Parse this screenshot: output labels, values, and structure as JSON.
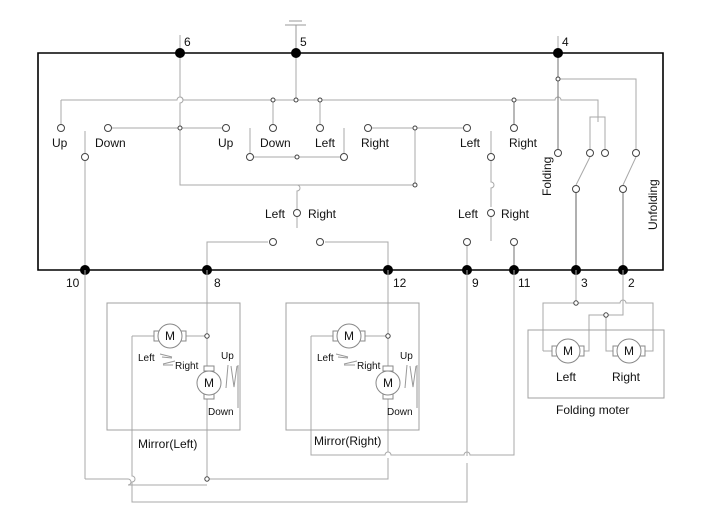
{
  "diagram": {
    "pins": {
      "p6": "6",
      "p5": "5",
      "p4": "4",
      "p10": "10",
      "p8": "8",
      "p12": "12",
      "p9": "9",
      "p11": "11",
      "p3": "3",
      "p2": "2"
    },
    "switch_labels": {
      "up1": "Up",
      "down1": "Down",
      "up2": "Up",
      "down2": "Down",
      "left1": "Left",
      "right1": "Right",
      "left2": "Left",
      "right2": "Right",
      "sel_left_a": "Left",
      "sel_right_a": "Right",
      "sel_left_b": "Left",
      "sel_right_b": "Right",
      "folding": "Folding",
      "unfolding": "Unfolding"
    },
    "mirror_left": {
      "title": "Mirror(Left)",
      "motor_symbol": "M",
      "lr_left": "Left",
      "lr_right": "Right",
      "ud_up": "Up",
      "ud_down": "Down"
    },
    "mirror_right": {
      "title": "Mirror(Right)",
      "motor_symbol": "M",
      "lr_left": "Left",
      "lr_right": "Right",
      "ud_up": "Up",
      "ud_down": "Down"
    },
    "folding_motor": {
      "title": "Folding moter",
      "motor_symbol": "M",
      "left": "Left",
      "right": "Right"
    },
    "ground_symbol": "ground-icon"
  }
}
